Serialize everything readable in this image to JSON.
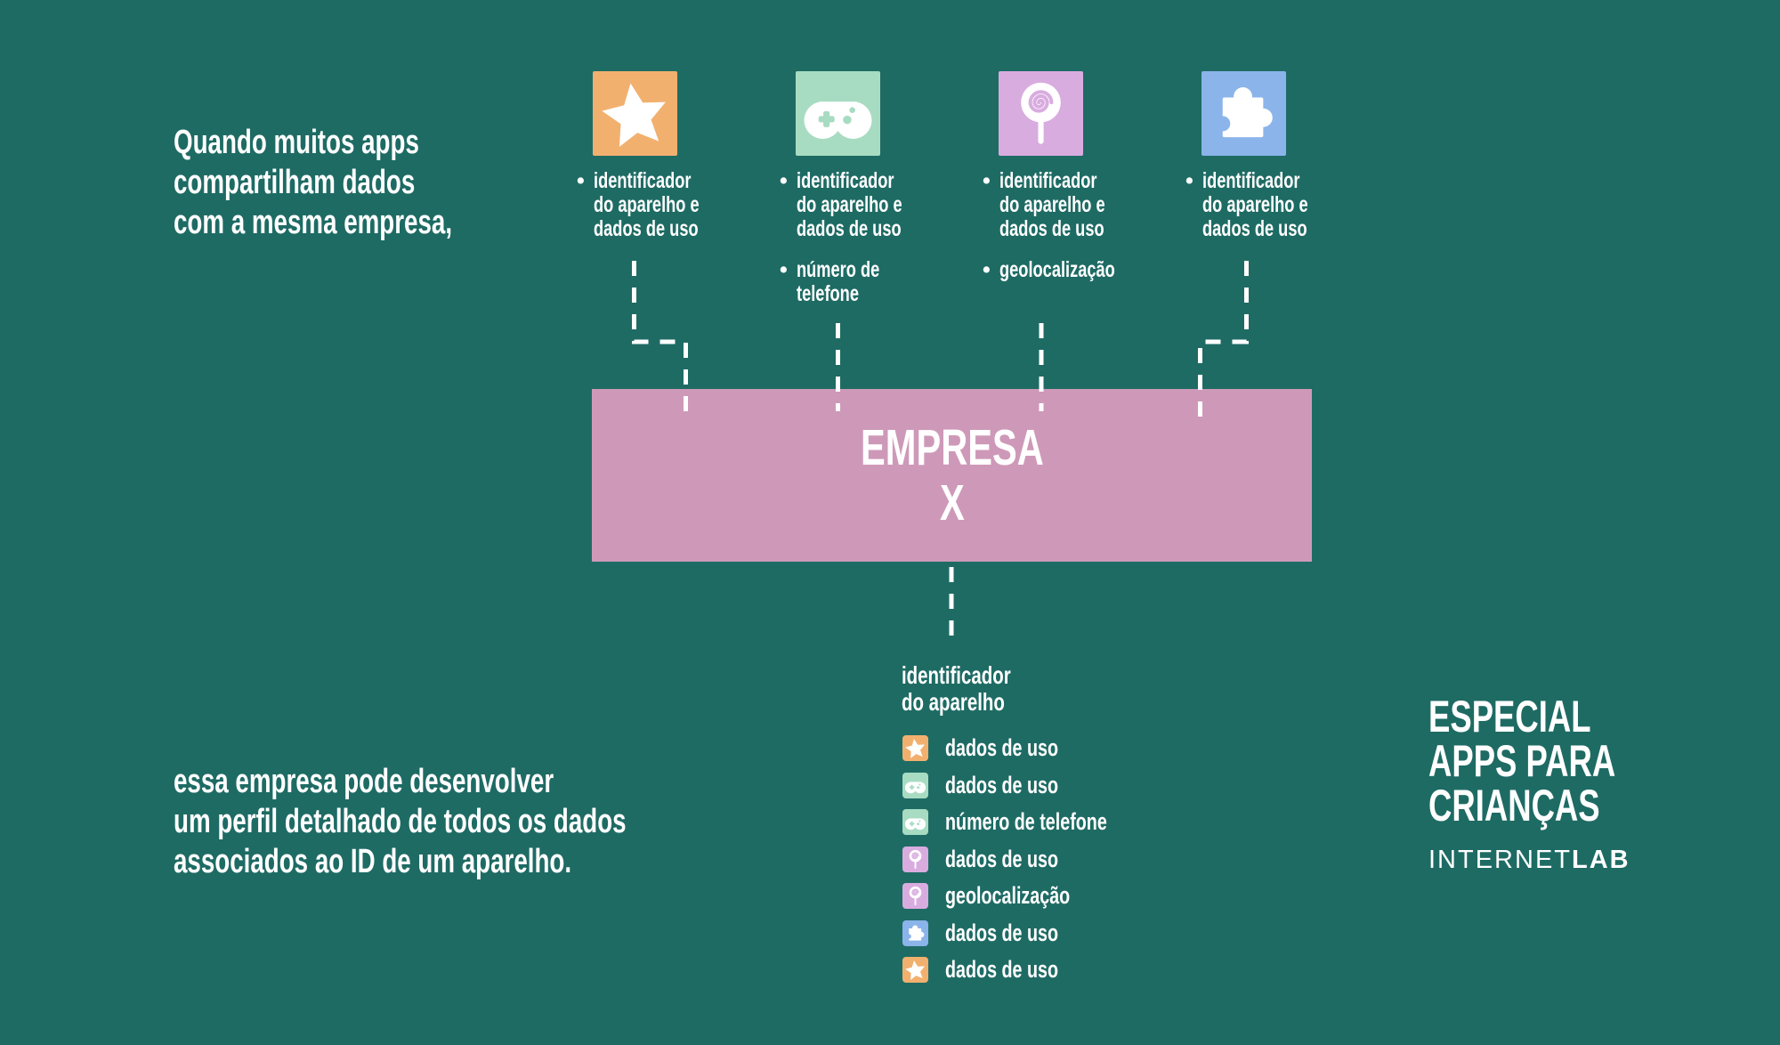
{
  "ui": {
    "bullet_char": "•"
  },
  "colors": {
    "background": "#1E6B64",
    "company_box": "#CE99B8",
    "text": "#FFFFFF",
    "app_star": "#F2B06F",
    "app_gamepad": "#A8DCC2",
    "app_lollipop": "#D9ACE0",
    "app_puzzle": "#8BB4EA"
  },
  "intro_top": {
    "lines": [
      "Quando muitos apps",
      "compartilham dados",
      "com a mesma empresa,"
    ]
  },
  "intro_bottom": {
    "lines": [
      "essa empresa pode desenvolver",
      "um perfil detalhado de todos os dados",
      "associados ao ID de um aparelho."
    ]
  },
  "apps": [
    {
      "icon": "star-icon",
      "bullets": [
        [
          "identificador",
          "do aparelho e",
          "dados de uso"
        ]
      ]
    },
    {
      "icon": "gamepad-icon",
      "bullets": [
        [
          "identificador",
          "do aparelho e",
          "dados de uso"
        ],
        [
          "número de",
          "telefone"
        ]
      ]
    },
    {
      "icon": "lollipop-icon",
      "bullets": [
        [
          "identificador",
          "do aparelho e",
          "dados de uso"
        ],
        [
          "geolocalização"
        ]
      ]
    },
    {
      "icon": "puzzle-icon",
      "bullets": [
        [
          "identificador",
          "do aparelho e",
          "dados de uso"
        ]
      ]
    }
  ],
  "company": {
    "line1": "EMPRESA",
    "line2": "X"
  },
  "profile": {
    "header_lines": [
      "identificador",
      "do aparelho"
    ],
    "rows": [
      {
        "icon": "star-icon",
        "label": "dados de uso"
      },
      {
        "icon": "gamepad-icon",
        "label": "dados de uso"
      },
      {
        "icon": "gamepad-icon",
        "label": "número de telefone"
      },
      {
        "icon": "lollipop-icon",
        "label": "dados de uso"
      },
      {
        "icon": "lollipop-icon",
        "label": "geolocalização"
      },
      {
        "icon": "puzzle-icon",
        "label": "dados de uso"
      },
      {
        "icon": "star-icon",
        "label": "dados de uso"
      }
    ]
  },
  "brand": {
    "title_lines": [
      "ESPECIAL",
      "APPS PARA",
      "CRIANÇAS"
    ],
    "logo_part1": "INTERNET",
    "logo_part2": "LAB"
  }
}
